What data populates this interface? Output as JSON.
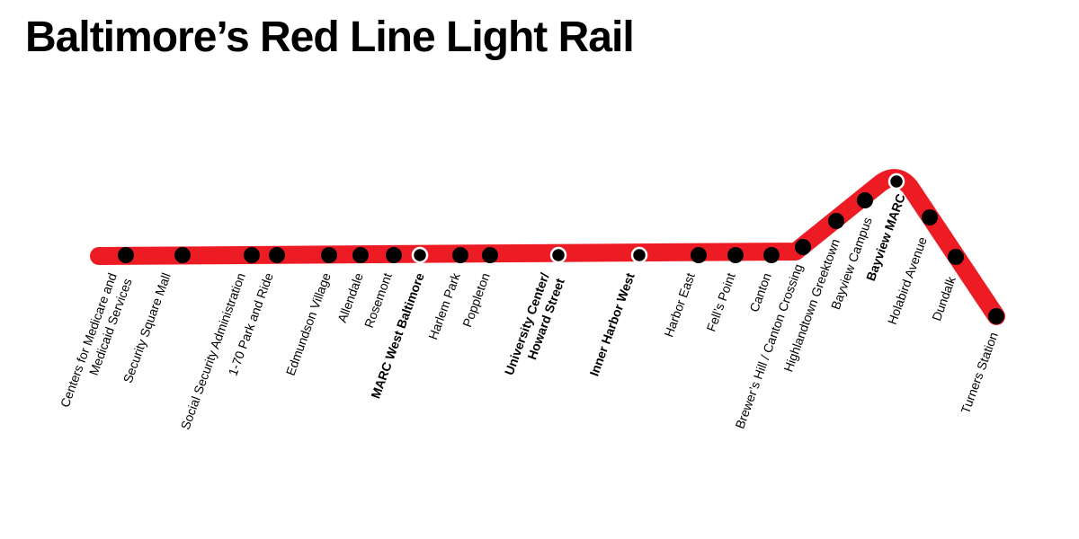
{
  "title": "Baltimore’s Red Line Light Rail",
  "colors": {
    "line": "#ed1c24",
    "station": "#000000",
    "transfer_ring": "#ffffff"
  },
  "stations": [
    {
      "name": "Centers for Medicare and",
      "name2": "Medicaid Services",
      "transfer": false
    },
    {
      "name": "Security Square Mall",
      "transfer": false
    },
    {
      "name": "Social Security Administration",
      "transfer": false
    },
    {
      "name": "1-70 Park and Ride",
      "transfer": false
    },
    {
      "name": "Edmundson Village",
      "transfer": false
    },
    {
      "name": "Allendale",
      "transfer": false
    },
    {
      "name": "Rosemont",
      "transfer": false
    },
    {
      "name": "MARC West Baltimore",
      "transfer": true
    },
    {
      "name": "Harlem Park",
      "transfer": false
    },
    {
      "name": "Poppleton",
      "transfer": false
    },
    {
      "name": "University Center/",
      "name2": "Howard Street",
      "transfer": true
    },
    {
      "name": "Inner Harbor West",
      "transfer": true
    },
    {
      "name": "Harbor East",
      "transfer": false
    },
    {
      "name": "Fell’s Point",
      "transfer": false
    },
    {
      "name": "Canton",
      "transfer": false
    },
    {
      "name": "Brewer’s Hill / Canton Crossing",
      "transfer": false
    },
    {
      "name": "Highlandtown Greektown",
      "transfer": false
    },
    {
      "name": "Bayview Campus",
      "transfer": false
    },
    {
      "name": "Bayview MARC",
      "transfer": true
    },
    {
      "name": "Holabird Avenue",
      "transfer": false
    },
    {
      "name": "Dundalk",
      "transfer": false
    },
    {
      "name": "Turners Station",
      "transfer": false
    }
  ]
}
